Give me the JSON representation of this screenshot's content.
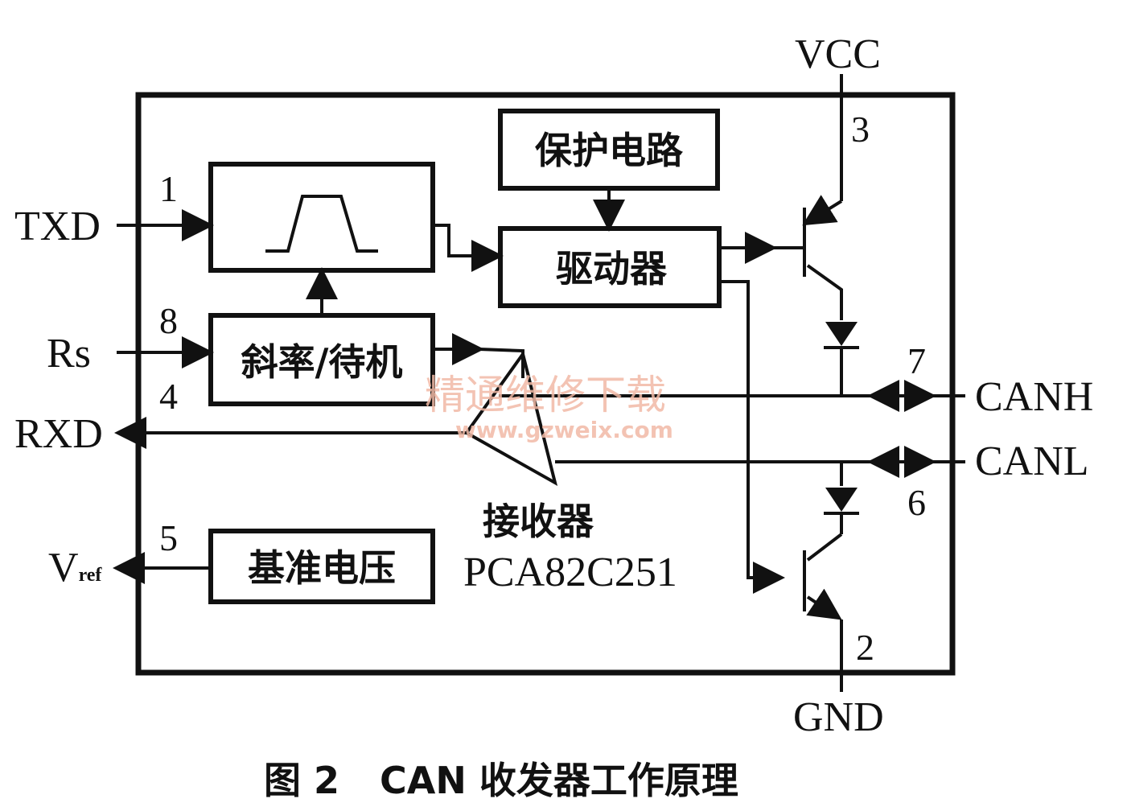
{
  "pins": {
    "txd": "TXD",
    "rs": "Rs",
    "rxd": "RXD",
    "vref_main": "V",
    "vref_sub": "ref",
    "vcc": "VCC",
    "gnd": "GND",
    "canh": "CANH",
    "canl": "CANL",
    "n1": "1",
    "n8": "8",
    "n4": "4",
    "n5": "5",
    "n3": "3",
    "n7": "7",
    "n6": "6",
    "n2": "2"
  },
  "blocks": {
    "protection": "保护电路",
    "driver": "驱动器",
    "slope": "斜率/待机",
    "reference": "基准电压",
    "receiver": "接收器",
    "chip": "PCA82C251"
  },
  "watermark": {
    "cn": "精通维修下载",
    "url": "www.gzweix.com"
  },
  "caption": {
    "prefix": "图 2",
    "text": "CAN 收发器工作原理"
  }
}
